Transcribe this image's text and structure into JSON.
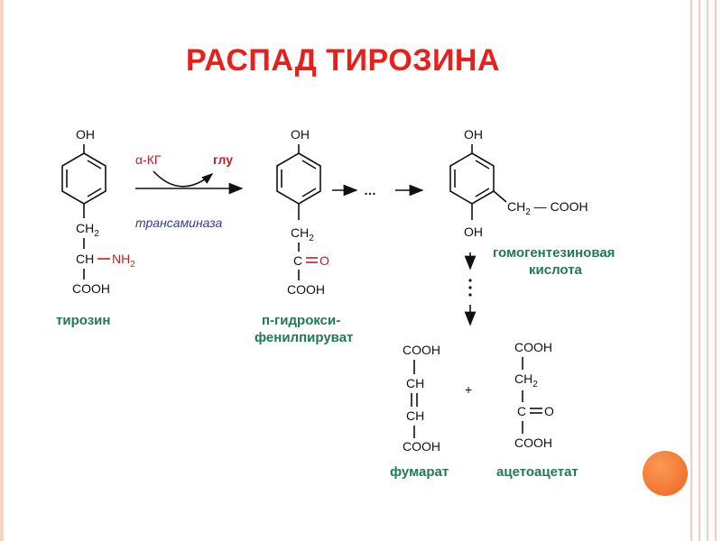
{
  "title": "РАСПАД ТИРОЗИНА",
  "groups": {
    "oh": "OH",
    "ch2": "CH",
    "sub2": "2",
    "ch": "CH",
    "nh2": "NH",
    "c": "C",
    "o": "O",
    "cooh": "COOH",
    "ch2_cooh_a": "CH",
    "ch2_cooh_b": "COOH",
    "dots": "…",
    "plus": "+"
  },
  "reaction": {
    "cosubstrate_in": "α-КГ",
    "cosubstrate_out": "глу",
    "enzyme": "трансаминаза"
  },
  "compounds": {
    "tyrosine": "тирозин",
    "hpp_line1": "п-гидрокси-",
    "hpp_line2": "фенилпируват",
    "homogentisic_line1": "гомогентезиновая",
    "homogentisic_line2": "кислота",
    "fumarate": "фумарат",
    "acetoacetate": "ацетоацетат"
  },
  "colors": {
    "title": "#e8201c",
    "compound_label": "#1f7a55",
    "amino": "#c81c22",
    "enzyme": "#2c3e9a",
    "accent": "#f27430"
  }
}
